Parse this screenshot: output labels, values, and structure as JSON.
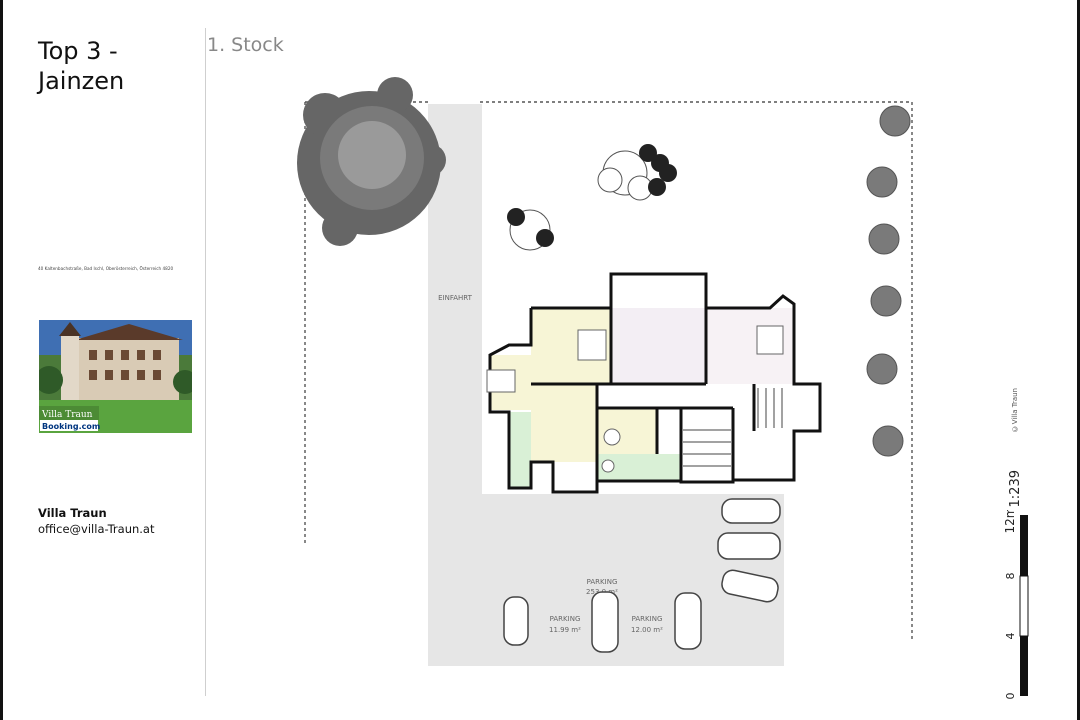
{
  "sidebar": {
    "title": "Top 3 - Jainzen",
    "address": "40 Kaltenbachstraße, Bad Ischl, Oberösterreich, Österreich 4820",
    "photo_caption": "Villa Traun",
    "photo_badge": "Booking.com",
    "contact_name": "Villa Traun",
    "contact_email": "office@villa-Traun.at"
  },
  "floor": {
    "label": "1. Stock"
  },
  "plan": {
    "driveway_label": "EINFAHRT",
    "parking_main_label": "PARKING",
    "parking_main_area": "253.0 m²",
    "parking_left_label": "PARKING",
    "parking_left_area": "11.99 m²",
    "parking_right_label": "PARKING",
    "parking_right_area": "12.00 m²"
  },
  "scale": {
    "ratio": "1:239",
    "unit_label": "12m",
    "ticks": [
      "0",
      "4",
      "8"
    ],
    "copyright": "©Villa Traun"
  },
  "colors": {
    "wall": "#111111",
    "driveway": "#e6e6e6",
    "bedroom": "#f7f5d6",
    "bathroom": "#f3eef4",
    "terrace": "#d9f0d6",
    "tree": "#777777"
  }
}
